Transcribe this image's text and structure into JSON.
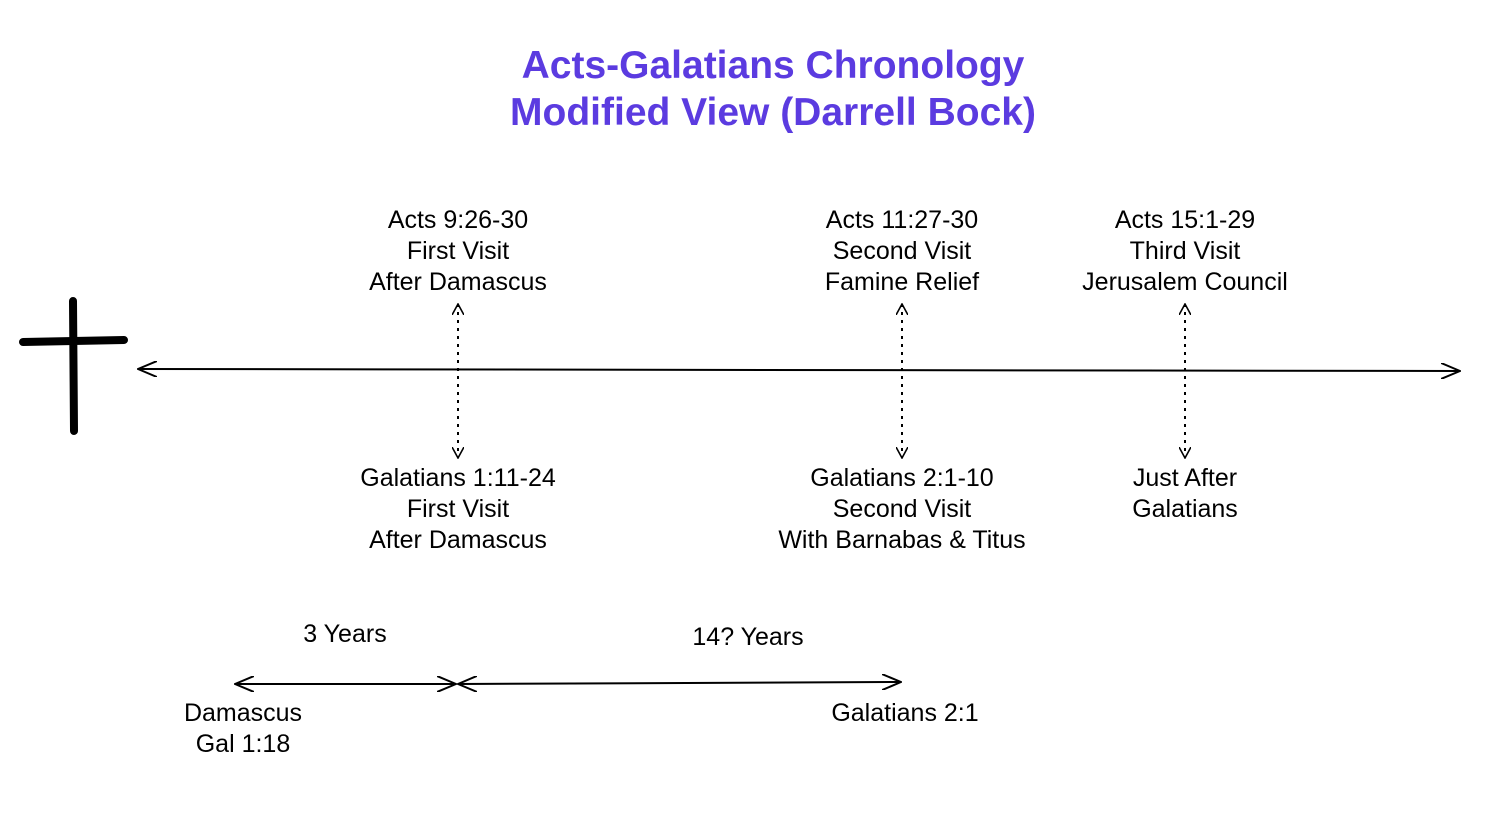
{
  "title": {
    "line1": "Acts-Galatians Chronology",
    "line2": "Modified View (Darrell Bock)",
    "color": "#5b3be0"
  },
  "icon": "cross-icon",
  "events": [
    {
      "acts": [
        "Acts 9:26-30",
        "First Visit",
        "After Damascus"
      ],
      "galatians": [
        "Galatians 1:11-24",
        "First Visit",
        "After Damascus"
      ]
    },
    {
      "acts": [
        "Acts 11:27-30",
        "Second Visit",
        "Famine Relief"
      ],
      "galatians": [
        "Galatians 2:1-10",
        "Second Visit",
        "With Barnabas & Titus"
      ]
    },
    {
      "acts": [
        "Acts 15:1-29",
        "Third Visit",
        "Jerusalem Council"
      ],
      "galatians": [
        "Just After",
        "Galatians"
      ]
    }
  ],
  "spans": {
    "first": {
      "label": "3 Years",
      "start": [
        "Damascus",
        "Gal 1:18"
      ]
    },
    "second": {
      "label": "14? Years",
      "end": "Galatians 2:1"
    }
  }
}
